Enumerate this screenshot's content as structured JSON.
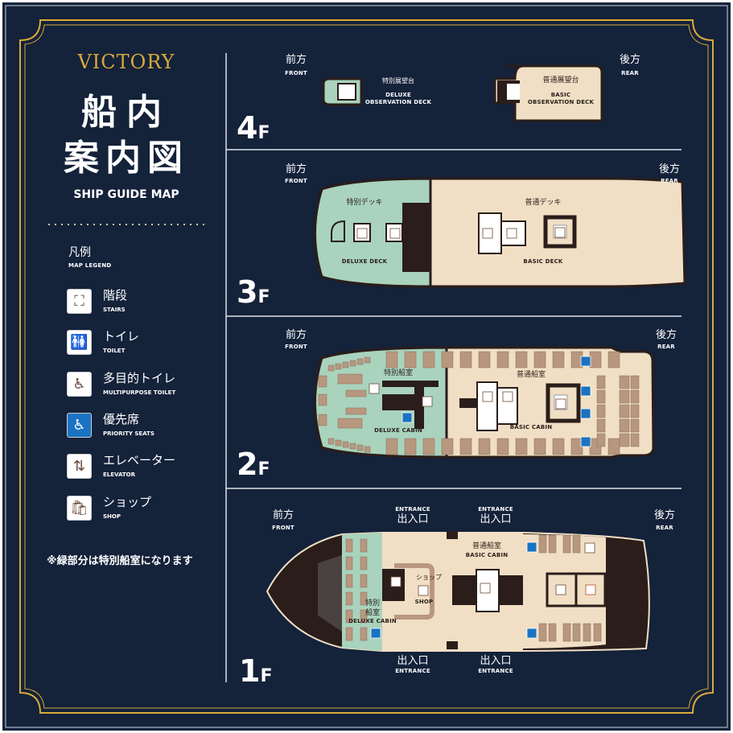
{
  "title": {
    "brand": "VICTORY",
    "line1": "船内",
    "line2": "案内図",
    "subtitle": "SHIP GUIDE MAP"
  },
  "legend": {
    "heading": "凡例",
    "heading_en": "MAP LEGEND",
    "items": [
      {
        "icon": "stairs-icon",
        "jp": "階段",
        "en": "STAIRS"
      },
      {
        "icon": "toilet-icon",
        "jp": "トイレ",
        "en": "TOILET"
      },
      {
        "icon": "multipurpose-toilet-icon",
        "jp": "多目的トイレ",
        "en": "MULTIPURPOSE TOILET"
      },
      {
        "icon": "priority-seat-icon",
        "jp": "優先席",
        "en": "PRIORITY SEATS"
      },
      {
        "icon": "elevator-icon",
        "jp": "エレベーター",
        "en": "ELEVATOR"
      },
      {
        "icon": "shop-icon",
        "jp": "ショップ",
        "en": "SHOP"
      }
    ],
    "note": "※緑部分は特別船室になります"
  },
  "directions": {
    "front_jp": "前方",
    "front_en": "FRONT",
    "rear_jp": "後方",
    "rear_en": "REAR",
    "entrance_jp": "出入口",
    "entrance_en": "ENTRANCE"
  },
  "floors": {
    "f4": {
      "num": "4",
      "unit": "F",
      "deluxe_jp": "特別展望台",
      "deluxe_en1": "DELUXE",
      "deluxe_en2": "OBSERVATION DECK",
      "basic_jp": "普通展望台",
      "basic_en1": "BASIC",
      "basic_en2": "OBSERVATION DECK"
    },
    "f3": {
      "num": "3",
      "unit": "F",
      "deluxe_jp": "特別デッキ",
      "deluxe_en": "DELUXE DECK",
      "basic_jp": "普通デッキ",
      "basic_en": "BASIC DECK"
    },
    "f2": {
      "num": "2",
      "unit": "F",
      "deluxe_jp": "特別船室",
      "deluxe_en": "DELUXE CABIN",
      "basic_jp": "普通船室",
      "basic_en": "BASIC CABIN"
    },
    "f1": {
      "num": "1",
      "unit": "F",
      "deluxe_jp1": "特別",
      "deluxe_jp2": "船室",
      "deluxe_en": "DELUXE CABIN",
      "basic_jp": "普通船室",
      "basic_en": "BASIC CABIN",
      "shop_jp": "ショップ",
      "shop_en": "SHOP"
    }
  },
  "colors": {
    "background": "#14223a",
    "gold": "#d9a93a",
    "deluxe": "#a9d3bd",
    "basic": "#f0dfc4",
    "hull": "#2a1d1a",
    "seat": "#b8977f",
    "priority": "#1a73c2"
  }
}
